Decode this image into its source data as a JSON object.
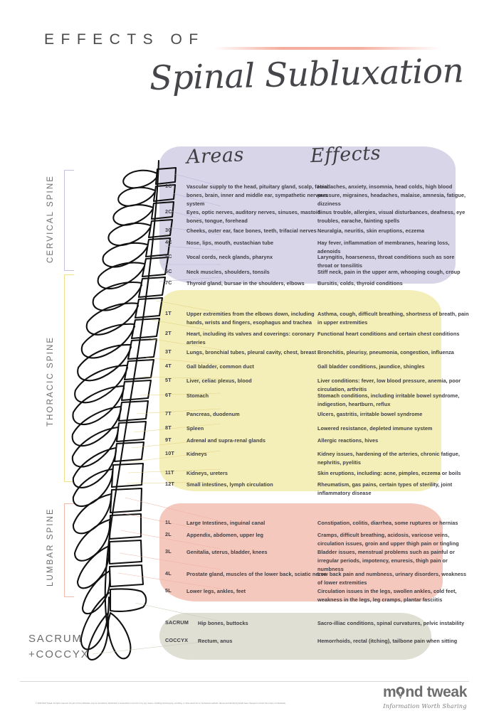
{
  "header": {
    "eyebrow": "EFFECTS OF",
    "script_title": "Spinal Subluxation"
  },
  "columns": {
    "areas": "Areas",
    "effects": "Effects"
  },
  "side_labels": {
    "cervical": "CERVICAL SPINE",
    "thoracic": "THORACIC SPINE",
    "lumbar": "LUMBAR SPINE",
    "sacrum_line1": "SACRUM",
    "sacrum_line2": "+COCCYX"
  },
  "colors": {
    "cervical": "#d9d5e8",
    "thoracic": "#f4efb9",
    "lumbar": "#f5c8bd",
    "sacral": "#dfdfd4",
    "accent_rule": "#f4a898",
    "text": "#3e3e44"
  },
  "sections": [
    {
      "key": "cervical",
      "label": "CERVICAL SPINE",
      "rows": [
        {
          "level": "1C",
          "area": "Vascular supply to the head, pituitary gland, scalp, facial bones, brain, inner and middle ear, sympathetic nervous system",
          "effect": "Headaches, anxiety, insomnia, head colds, high blood pressure, migraines, headaches, malaise, amnesia, fatigue, dizziness"
        },
        {
          "level": "2C",
          "area": "Eyes, optic nerves, auditory nerves, sinuses, mastoid bones, tongue, forehead",
          "effect": "Sinus trouble, allergies, visual disturbances, deafness, eye troubles, earache, fainting spells"
        },
        {
          "level": "3C",
          "area": "Cheeks, outer ear, face bones, teeth, trifacial nerves",
          "effect": "Neuralgia, neuritis, skin eruptions, eczema"
        },
        {
          "level": "4C",
          "area": "Nose, lips, mouth, eustachian tube",
          "effect": "Hay fever, inflammation of membranes, hearing loss, adenoids"
        },
        {
          "level": "5C",
          "area": "Vocal cords, neck glands, pharynx",
          "effect": "Laryngitis, hoarseness, throat conditions such as sore throat or tonsilitis"
        },
        {
          "level": "6C",
          "area": "Neck muscles, shoulders, tonsils",
          "effect": "Stiff neck, pain in the upper arm, whooping cough, croup"
        },
        {
          "level": "7C",
          "area": "Thyroid gland, bursae in the shoulders, elbows",
          "effect": "Bursitis, colds, thyroid conditions"
        }
      ]
    },
    {
      "key": "thoracic",
      "label": "THORACIC SPINE",
      "rows": [
        {
          "level": "1T",
          "area": "Upper extremities from the elbows down, including hands, wrists and fingers, esophagus and trachea",
          "effect": "Asthma, cough, difficult breathing, shortness of breath, pain in upper extremities"
        },
        {
          "level": "2T",
          "area": "Heart, including its valves and coverings: coronary arteries",
          "effect": "Functional heart conditions and certain chest conditions"
        },
        {
          "level": "3T",
          "area": "Lungs, bronchial tubes, pleural cavity, chest, breast",
          "effect": "Bronchitis, pleurisy, pneumonia, congestion, influenza"
        },
        {
          "level": "4T",
          "area": "Gall bladder, common duct",
          "effect": "Gall bladder conditions, jaundice, shingles"
        },
        {
          "level": "5T",
          "area": "Liver, celiac plexus, blood",
          "effect": "Liver conditions: fever, low blood pressure, anemia, poor circulation, arthritis"
        },
        {
          "level": "6T",
          "area": "Stomach",
          "effect": "Stomach conditions, including irritable bowel syndrome, indigestion, heartburn, reflux"
        },
        {
          "level": "7T",
          "area": "Pancreas, duodenum",
          "effect": "Ulcers, gastritis, irritable bowel syndrome"
        },
        {
          "level": "8T",
          "area": "Spleen",
          "effect": "Lowered resistance, depleted immune system"
        },
        {
          "level": "9T",
          "area": "Adrenal and supra-renal glands",
          "effect": "Allergic reactions, hives"
        },
        {
          "level": "10T",
          "area": "Kidneys",
          "effect": "Kidney issues, hardening of the arteries, chronic fatigue, nephritis, pyelitis"
        },
        {
          "level": "11T",
          "area": "Kidneys, ureters",
          "effect": "Skin eruptions, including: acne, pimples, eczema or boils"
        },
        {
          "level": "12T",
          "area": "Small intestines, lymph circulation",
          "effect": "Rheumatism, gas pains, certain types of sterility, joint inflammatory disease"
        }
      ]
    },
    {
      "key": "lumbar",
      "label": "LUMBAR SPINE",
      "rows": [
        {
          "level": "1L",
          "area": "Large Intestines, inguinal canal",
          "effect": "Constipation, colitis, diarrhea, some ruptures or hernias"
        },
        {
          "level": "2L",
          "area": "Appendix, abdomen, upper leg",
          "effect": "Cramps, difficult breathing, acidosis, varicose veins, circulation issues, groin and upper thigh pain or tingling"
        },
        {
          "level": "3L",
          "area": "Genitalia, uterus, bladder, knees",
          "effect": "Bladder issues, menstrual problems such as painful or irregular periods, impotency, enuresis, thigh pain or numbness"
        },
        {
          "level": "4L",
          "area": "Prostate gland, muscles of the lower back, sciatic nerve",
          "effect": "Low back pain and numbness, urinary disorders, weakness of lower extremities"
        },
        {
          "level": "5L",
          "area": "Lower legs, ankles, feet",
          "effect": "Circulation issues in the legs, swollen ankles, cold feet, weakness in the legs, leg cramps, plantar fasciitis"
        }
      ]
    },
    {
      "key": "sacral",
      "label": "SACRUM +COCCYX",
      "rows": [
        {
          "level": "SACRUM",
          "area": "Hip bones, buttocks",
          "effect": "Sacro-illiac conditions, spinal curvatures, pelvic instability"
        },
        {
          "level": "COCCYX",
          "area": "Rectum, anus",
          "effect": "Hemorrhoids, rectal (itching), tailbone pain when sitting"
        }
      ]
    }
  ],
  "footer": {
    "copyright": "© 2024 Mind Tweak. All rights reserved. No part of this publication may be reproduced, distributed or transmitted in any form or by any means, including photocopying, recording, or other electronic or mechanical methods. Names and identifying details have changed to protect the privacy of individuals.",
    "brand_name_before": "m",
    "brand_name_after": "nd tweak",
    "brand_tagline": "Information Worth Sharing"
  }
}
